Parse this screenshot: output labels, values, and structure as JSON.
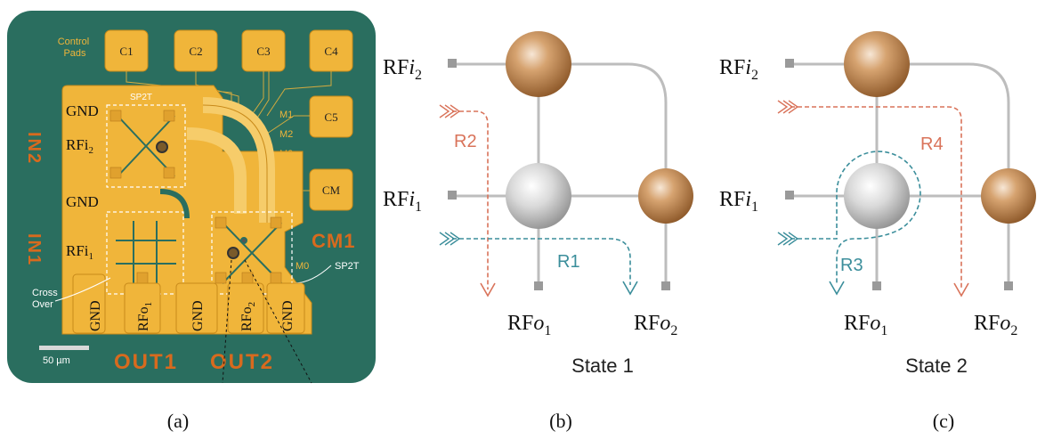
{
  "colors": {
    "board": "#2a6e5f",
    "gold": "#f0b53a",
    "gold_light": "#f6cc6a",
    "gold_dark": "#c88a1a",
    "copper": "#b77a3e",
    "silver": "#c8c8c8",
    "wire": "#bdbdbd",
    "red_path": "#d9735a",
    "teal_path": "#3b8e9b",
    "orange_text": "#d86a1e"
  },
  "panel_a": {
    "control_pads_label": [
      "Control",
      "Pads"
    ],
    "pads": [
      "C1",
      "C2",
      "C3",
      "C4",
      "C5",
      "CM"
    ],
    "metal_layers": [
      "M1",
      "M2",
      "M3",
      "M0"
    ],
    "switch_label_top": "SP2T",
    "switch_label_bottom": "SP2T",
    "gnd": "GND",
    "rfi2_main": "RFi",
    "rfi2_sub": "2",
    "rfi1_main": "RFi",
    "rfi1_sub": "1",
    "rfo1_main": "RFo",
    "rfo1_sub": "1",
    "rfo2_main": "RFo",
    "rfo2_sub": "2",
    "crossover_label": [
      "Cross",
      "Over"
    ],
    "scale_label": "50 µm",
    "side_text_in2": "IN2",
    "side_text_in1": "IN1",
    "side_text_cm": "CM1",
    "bottom_text_out1": "OUT1",
    "bottom_text_out2": "OUT2",
    "caption": "(a)"
  },
  "panel_b": {
    "rfi2_main": "RF",
    "rfi2_ital": "i",
    "rfi2_sub": "2",
    "rfi1_main": "RF",
    "rfi1_ital": "i",
    "rfi1_sub": "1",
    "rfo1_main": "RF",
    "rfo1_ital": "o",
    "rfo1_sub": "1",
    "rfo2_main": "RF",
    "rfo2_ital": "o",
    "rfo2_sub": "2",
    "path_r2": "R2",
    "path_r1": "R1",
    "state": "State 1",
    "caption": "(b)"
  },
  "panel_c": {
    "rfi2_main": "RF",
    "rfi2_ital": "i",
    "rfi2_sub": "2",
    "rfi1_main": "RF",
    "rfi1_ital": "i",
    "rfi1_sub": "1",
    "rfo1_main": "RF",
    "rfo1_ital": "o",
    "rfo1_sub": "1",
    "rfo2_main": "RF",
    "rfo2_ital": "o",
    "rfo2_sub": "2",
    "path_r4": "R4",
    "path_r3": "R3",
    "state": "State 2",
    "caption": "(c)"
  }
}
